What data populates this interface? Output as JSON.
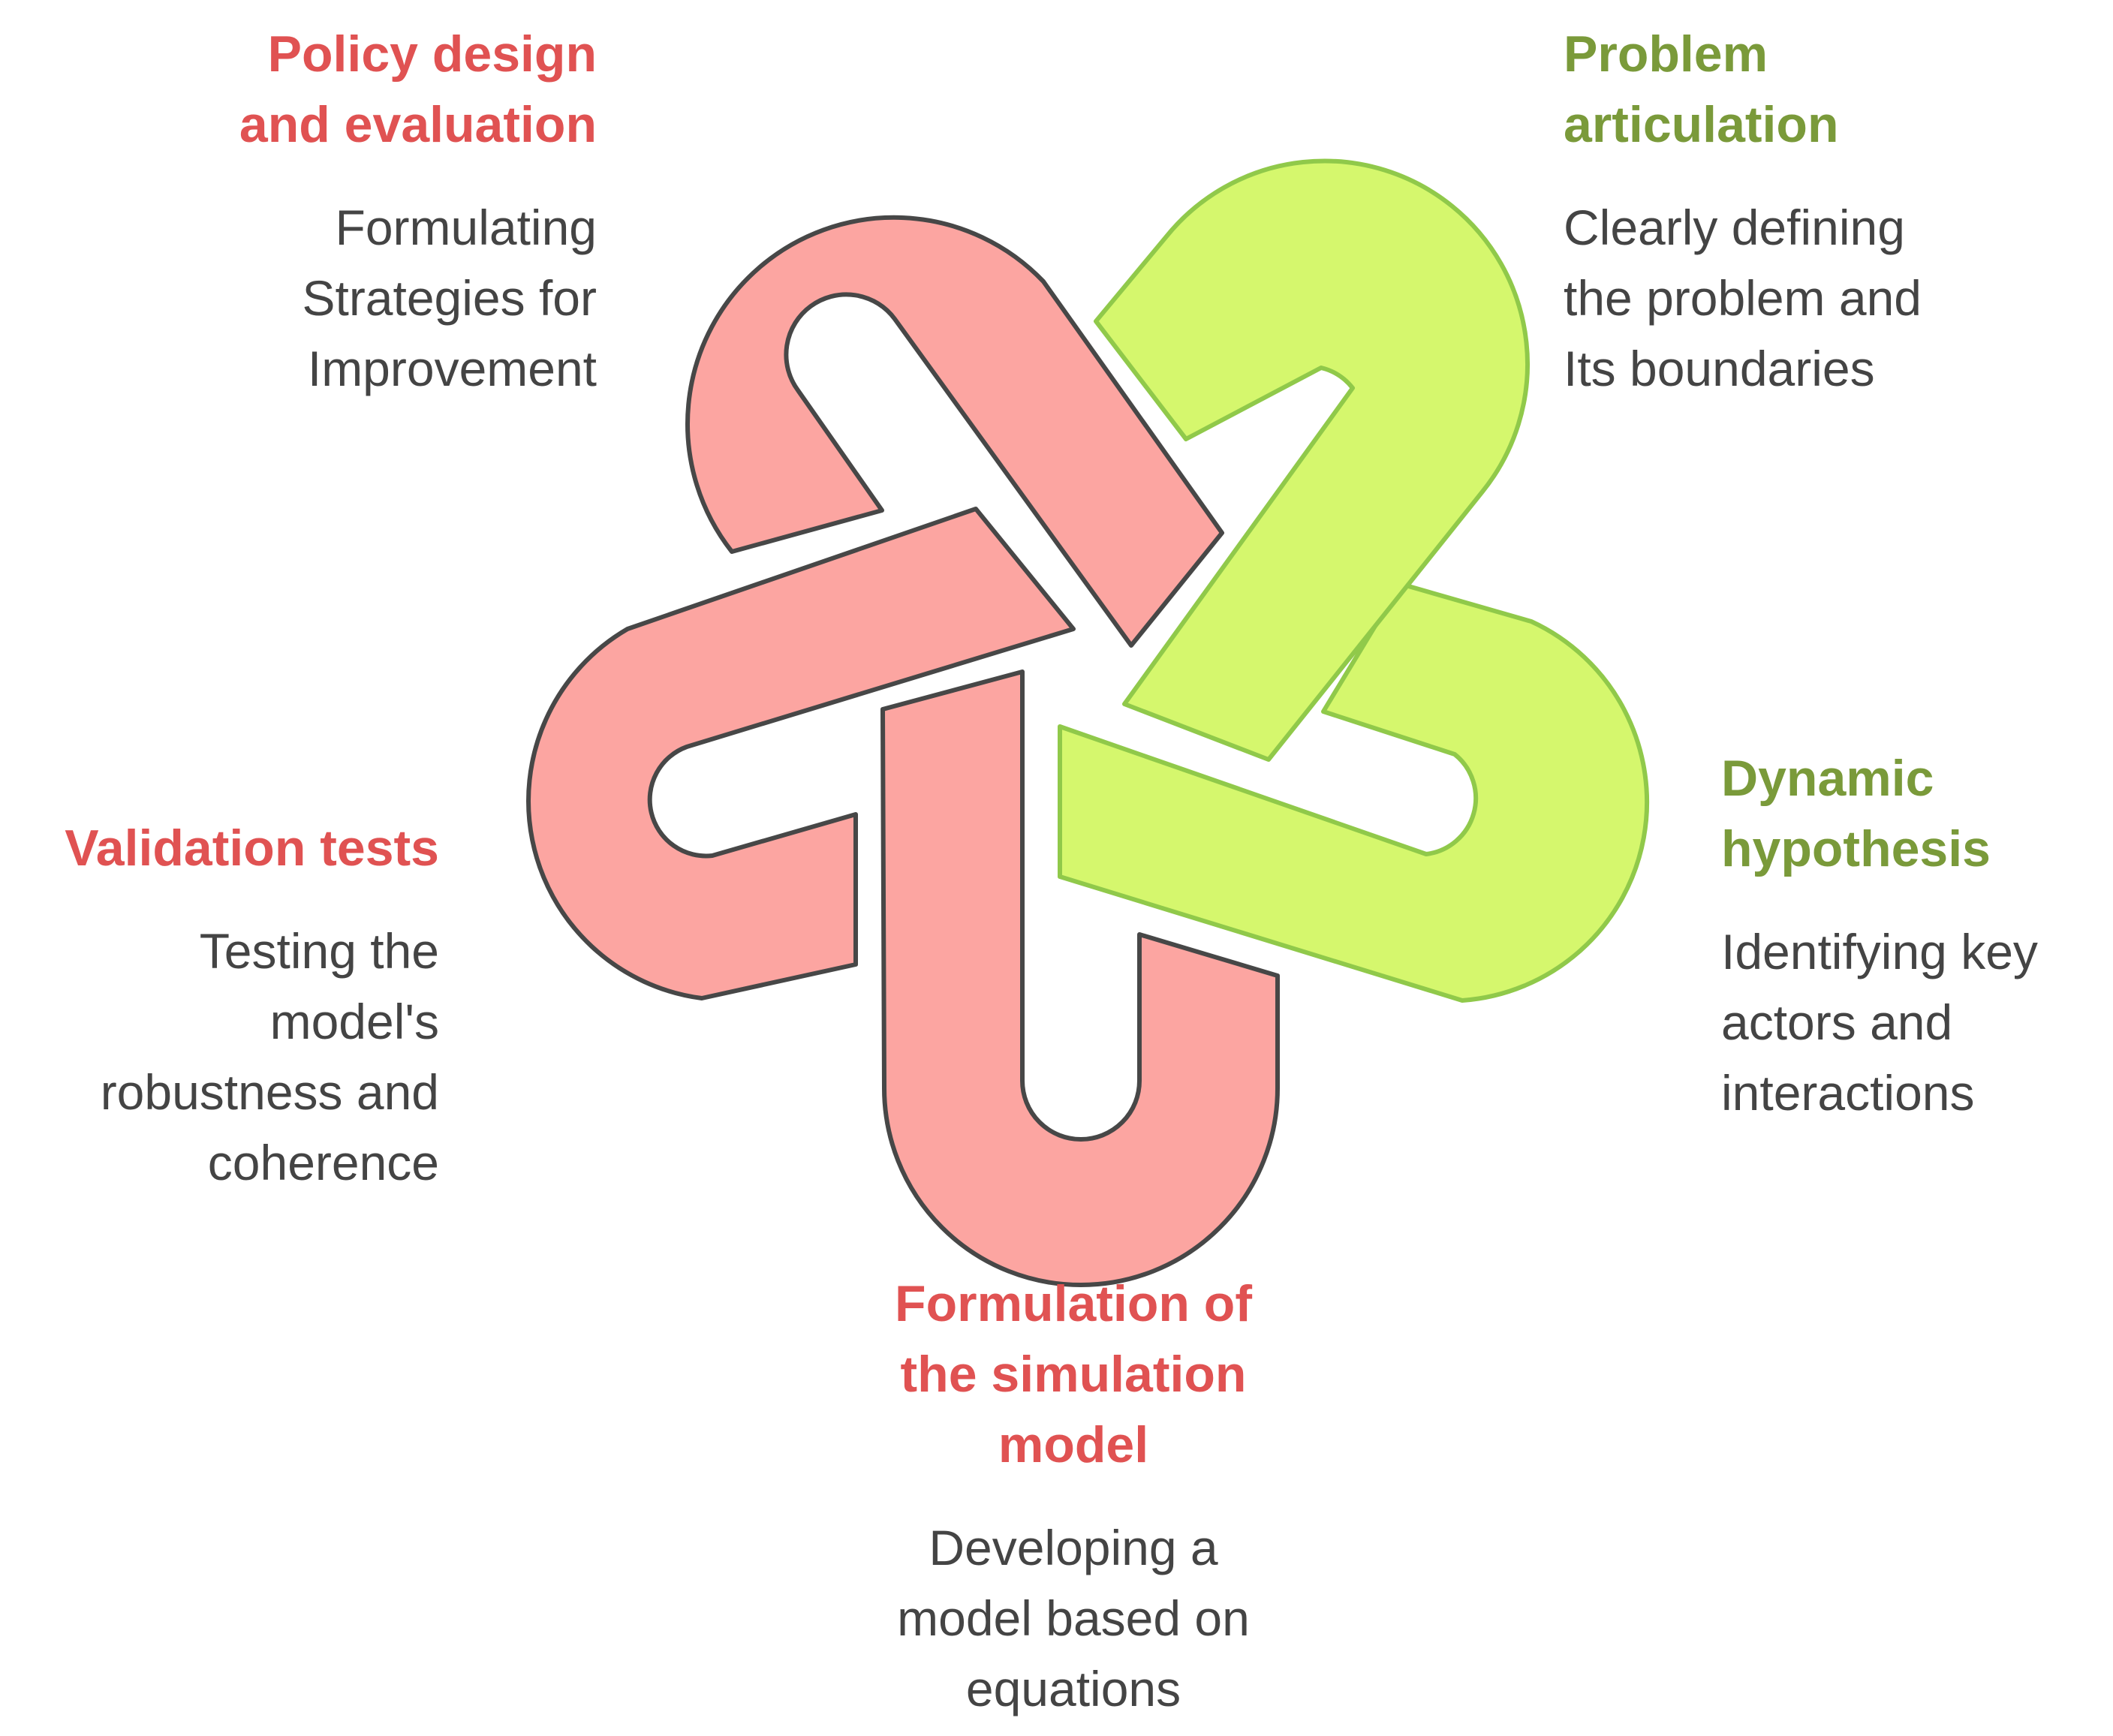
{
  "colors": {
    "red_title": "#e05252",
    "green_title": "#7a9a3a",
    "red_fill": "#fca5a1",
    "green_fill": "#d5f76d",
    "red_stroke": "#474747",
    "green_stroke": "#90c94a",
    "desc_text": "#444444"
  },
  "steps": [
    {
      "id": "policy",
      "title": "Policy design\nand evaluation",
      "desc": "Formulating\nStrategies for\nImprovement",
      "tone": "red"
    },
    {
      "id": "problem",
      "title": "Problem\narticulation",
      "desc": "Clearly defining\nthe problem and\nIts boundaries",
      "tone": "green"
    },
    {
      "id": "dynamic",
      "title": "Dynamic\nhypothesis",
      "desc": "Identifying key\nactors and\ninteractions",
      "tone": "green"
    },
    {
      "id": "formulation",
      "title": "Formulation of\nthe simulation\nmodel",
      "desc": "Developing a\nmodel based on\nequations",
      "tone": "red"
    },
    {
      "id": "validation",
      "title": "Validation tests",
      "desc": "Testing the\nmodel's\nrobustness and\ncoherence",
      "tone": "red"
    }
  ]
}
